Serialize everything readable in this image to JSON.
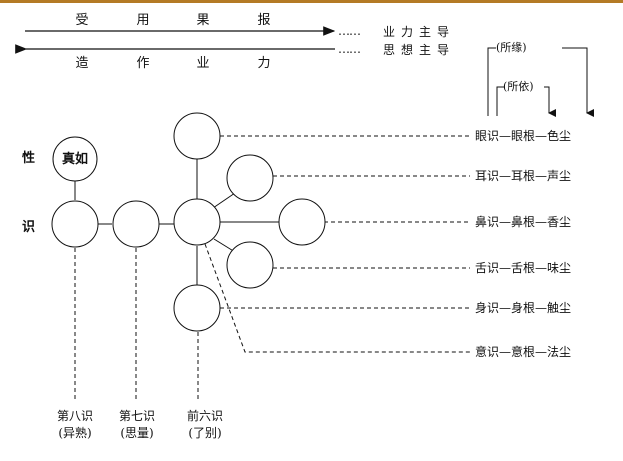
{
  "colors": {
    "topbar": "#b47a25",
    "ink": "#111111"
  },
  "top": {
    "upper_chars": [
      "受",
      "用",
      "果",
      "报"
    ],
    "upper_dots": "……",
    "upper_label": "业力主导",
    "lower_chars": [
      "造",
      "作",
      "业",
      "力"
    ],
    "lower_dots": "……",
    "lower_label": "思想主导"
  },
  "legend": {
    "suoyuan": "(所缘)",
    "suoyi": "(所依)"
  },
  "left_labels": {
    "xing": "性",
    "shi": "识"
  },
  "nodes": {
    "zhenru": "真如"
  },
  "senses": [
    "眼识—眼根—色尘",
    "耳识—耳根—声尘",
    "鼻识—鼻根—香尘",
    "舌识—舌根—味尘",
    "身识—身根—触尘",
    "意识—意根—法尘"
  ],
  "bottom": [
    {
      "name": "第八识",
      "sub": "(异熟)"
    },
    {
      "name": "第七识",
      "sub": "(思量)"
    },
    {
      "name": "前六识",
      "sub": "(了别)"
    }
  ]
}
